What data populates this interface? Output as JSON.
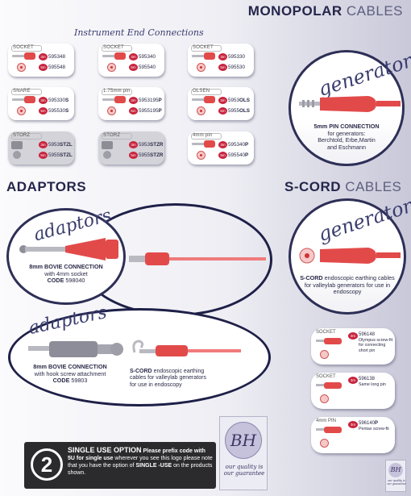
{
  "header": {
    "title_bold": "MONOPOLAR",
    "title_light": "CABLES"
  },
  "instrument": {
    "heading": "Instrument End Connections",
    "cards": [
      {
        "label": "SOCKET",
        "style": "socket",
        "codes": [
          {
            "prefix": "595",
            "num": "348",
            "suffix": ""
          },
          {
            "prefix": "595",
            "num": "548",
            "suffix": ""
          }
        ]
      },
      {
        "label": "SOCKET",
        "style": "socket",
        "codes": [
          {
            "prefix": "595",
            "num": "340",
            "suffix": ""
          },
          {
            "prefix": "595",
            "num": "540",
            "suffix": ""
          }
        ]
      },
      {
        "label": "SOCKET",
        "style": "socket",
        "codes": [
          {
            "prefix": "595",
            "num": "330",
            "suffix": ""
          },
          {
            "prefix": "595",
            "num": "530",
            "suffix": ""
          }
        ]
      },
      {
        "label": "SNARE",
        "style": "socket",
        "codes": [
          {
            "prefix": "595",
            "num": "330",
            "suffix": "S"
          },
          {
            "prefix": "595",
            "num": "530",
            "suffix": "S"
          }
        ]
      },
      {
        "label": "1.75mm pin",
        "style": "socket",
        "codes": [
          {
            "prefix": "595",
            "num": "3195",
            "suffix": "P"
          },
          {
            "prefix": "595",
            "num": "5195",
            "suffix": "P"
          }
        ]
      },
      {
        "label": "OLSEN",
        "style": "socket",
        "codes": [
          {
            "prefix": "595",
            "num": "3",
            "suffix": "OLS"
          },
          {
            "prefix": "595",
            "num": "5",
            "suffix": "OLS"
          }
        ]
      },
      {
        "label": "STORZ",
        "style": "storz",
        "codes": [
          {
            "prefix": "595",
            "num": "3",
            "suffix": "STZL"
          },
          {
            "prefix": "595",
            "num": "5",
            "suffix": "STZL"
          }
        ]
      },
      {
        "label": "STORZ",
        "style": "storz",
        "codes": [
          {
            "prefix": "595",
            "num": "3",
            "suffix": "STZR"
          },
          {
            "prefix": "595",
            "num": "5",
            "suffix": "STZR"
          }
        ]
      },
      {
        "label": "4mm pin",
        "style": "socket",
        "codes": [
          {
            "prefix": "595",
            "num": "340",
            "suffix": "P"
          },
          {
            "prefix": "595",
            "num": "540",
            "suffix": "P"
          }
        ]
      }
    ],
    "badges": [
      "3m",
      "5m"
    ]
  },
  "generator_top": {
    "script": "generator",
    "caption_bold": "5mm PIN CONNECTION",
    "caption_line1": "for generators:",
    "caption_line2": "Berchtold, Erbe,Martin",
    "caption_line3": "and Eschmann"
  },
  "adaptors": {
    "title": "ADAPTORS",
    "top": {
      "script": "adaptors",
      "caption_bold": "8mm BOVIE CONNECTION",
      "caption_line1": "with 4mm socket",
      "code_label": "CODE",
      "code_value": "598040"
    },
    "bottom": {
      "script": "adaptors",
      "caption_bold": "8mm BOVIE CONNECTION",
      "caption_line1": "with hook screw attachment",
      "code_label": "CODE",
      "code_value": "59803"
    },
    "scord_caption_bold": "S-CORD",
    "scord_caption_rest": "endoscopic earthing cables for valleylab generators for use in endoscopy"
  },
  "scord": {
    "title_bold": "S-CORD",
    "title_light": "CABLES",
    "generator": {
      "script": "generator",
      "caption_bold": "S-CORD",
      "caption_rest": "endoscopic earthing cables for valleylab generators for use in endoscopy"
    },
    "cards": [
      {
        "label": "SOCKET",
        "badge": "3m",
        "code": "596148",
        "desc": "Olympus screw-fit for connecting short pin"
      },
      {
        "label": "SOCKET",
        "badge": "3m",
        "code": "596138",
        "desc": "Same long pin"
      },
      {
        "label": "4mm PIN",
        "badge": "3m",
        "code": "596140",
        "code_suffix": "P",
        "desc": "Pentax screw-fit"
      }
    ]
  },
  "single_use": {
    "number": "2",
    "title": "SINGLE USE OPTION",
    "text1": "Please prefix code with",
    "code": "5U",
    "text2": "for single use",
    "text3": "wherever you see this logo please note that you have the option of",
    "bold2": "SINGLE -USE",
    "text4": "on the products shown."
  },
  "logo": {
    "monogram": "BH",
    "tagline": "our quality is our guarantee"
  },
  "colors": {
    "navy": "#24264a",
    "red": "#e24a4a",
    "badge": "#c8243d",
    "panel": "#2b2b2e"
  }
}
